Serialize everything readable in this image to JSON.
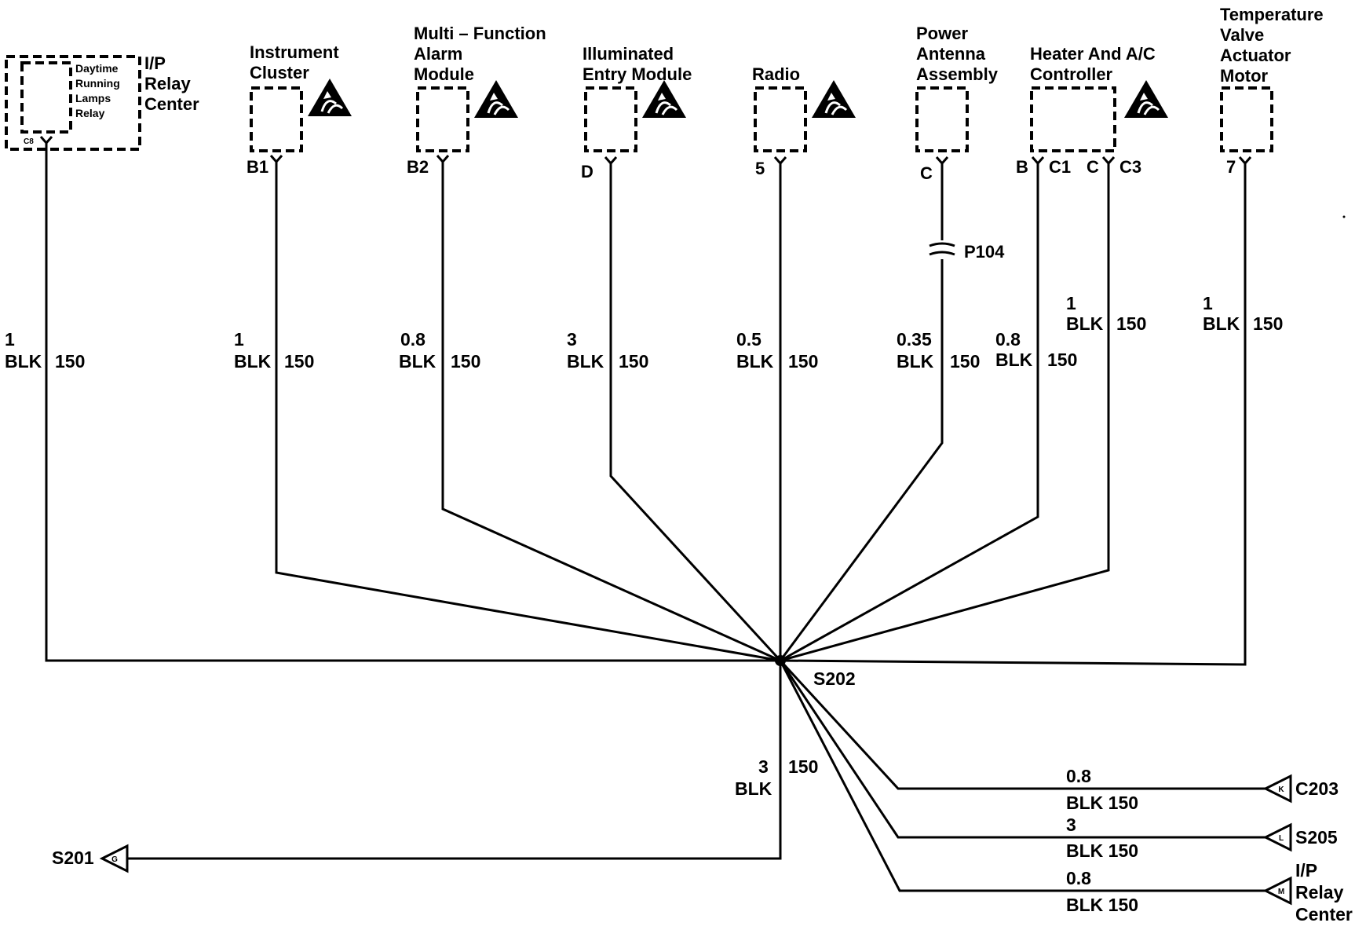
{
  "components": {
    "relay_inner": [
      "Daytime",
      "Running",
      "Lamps",
      "Relay"
    ],
    "ip_relay_center": [
      "I/P",
      "Relay",
      "Center"
    ],
    "instrument_cluster": [
      "Instrument",
      "Cluster"
    ],
    "mfam": [
      "Multi – Function",
      "Alarm",
      "Module"
    ],
    "illuminated_entry": [
      "Illuminated",
      "Entry Module"
    ],
    "radio": [
      "Radio"
    ],
    "power_antenna": [
      "Power",
      "Antenna",
      "Assembly"
    ],
    "hvac": [
      "Heater And A/C",
      "Controller"
    ],
    "temp_valve": [
      "Temperature",
      "Valve",
      "Actuator",
      "Motor"
    ]
  },
  "connectors": {
    "relay": "C8",
    "cluster": "B1",
    "mfam": "B2",
    "entry": "D",
    "radio": "5",
    "antenna": "C",
    "hvac_b": "B",
    "hvac_c1": "C1",
    "hvac_c": "C",
    "hvac_c3": "C3",
    "temp": "7",
    "p104": "P104"
  },
  "wires": {
    "relay": {
      "size": "1",
      "color": "BLK",
      "circuit": "150"
    },
    "cluster": {
      "size": "1",
      "color": "BLK",
      "circuit": "150"
    },
    "mfam": {
      "size": "0.8",
      "color": "BLK",
      "circuit": "150"
    },
    "entry": {
      "size": "3",
      "color": "BLK",
      "circuit": "150"
    },
    "radio": {
      "size": "0.5",
      "color": "BLK",
      "circuit": "150"
    },
    "antenna": {
      "size": "0.35",
      "color": "BLK",
      "circuit": "150"
    },
    "hvac_b": {
      "size": "0.8",
      "color": "BLK",
      "circuit": "150"
    },
    "hvac_c": {
      "size": "1",
      "color": "BLK",
      "circuit": "150"
    },
    "temp": {
      "size": "1",
      "color": "BLK",
      "circuit": "150"
    },
    "s201": {
      "size": "3",
      "color": "BLK",
      "circuit": "150"
    },
    "c203": {
      "size": "0.8",
      "color_circuit": "BLK 150"
    },
    "s205": {
      "size": "3",
      "color_circuit": "BLK 150"
    },
    "ip_relay": {
      "size": "0.8",
      "color_circuit": "BLK 150"
    }
  },
  "splice": "S202",
  "destinations": {
    "s201": {
      "name": "S201",
      "letter": "G"
    },
    "c203": {
      "name": "C203",
      "letter": "K"
    },
    "s205": {
      "name": "S205",
      "letter": "L"
    },
    "ip_relay": {
      "name": [
        "I/P",
        "Relay",
        "Center"
      ],
      "letter": "M"
    }
  },
  "icons": {
    "esd": "esd-sensitive-warning-icon",
    "connector": "connector-pin-y-icon",
    "arrow": "wire-destination-arrow-icon"
  }
}
